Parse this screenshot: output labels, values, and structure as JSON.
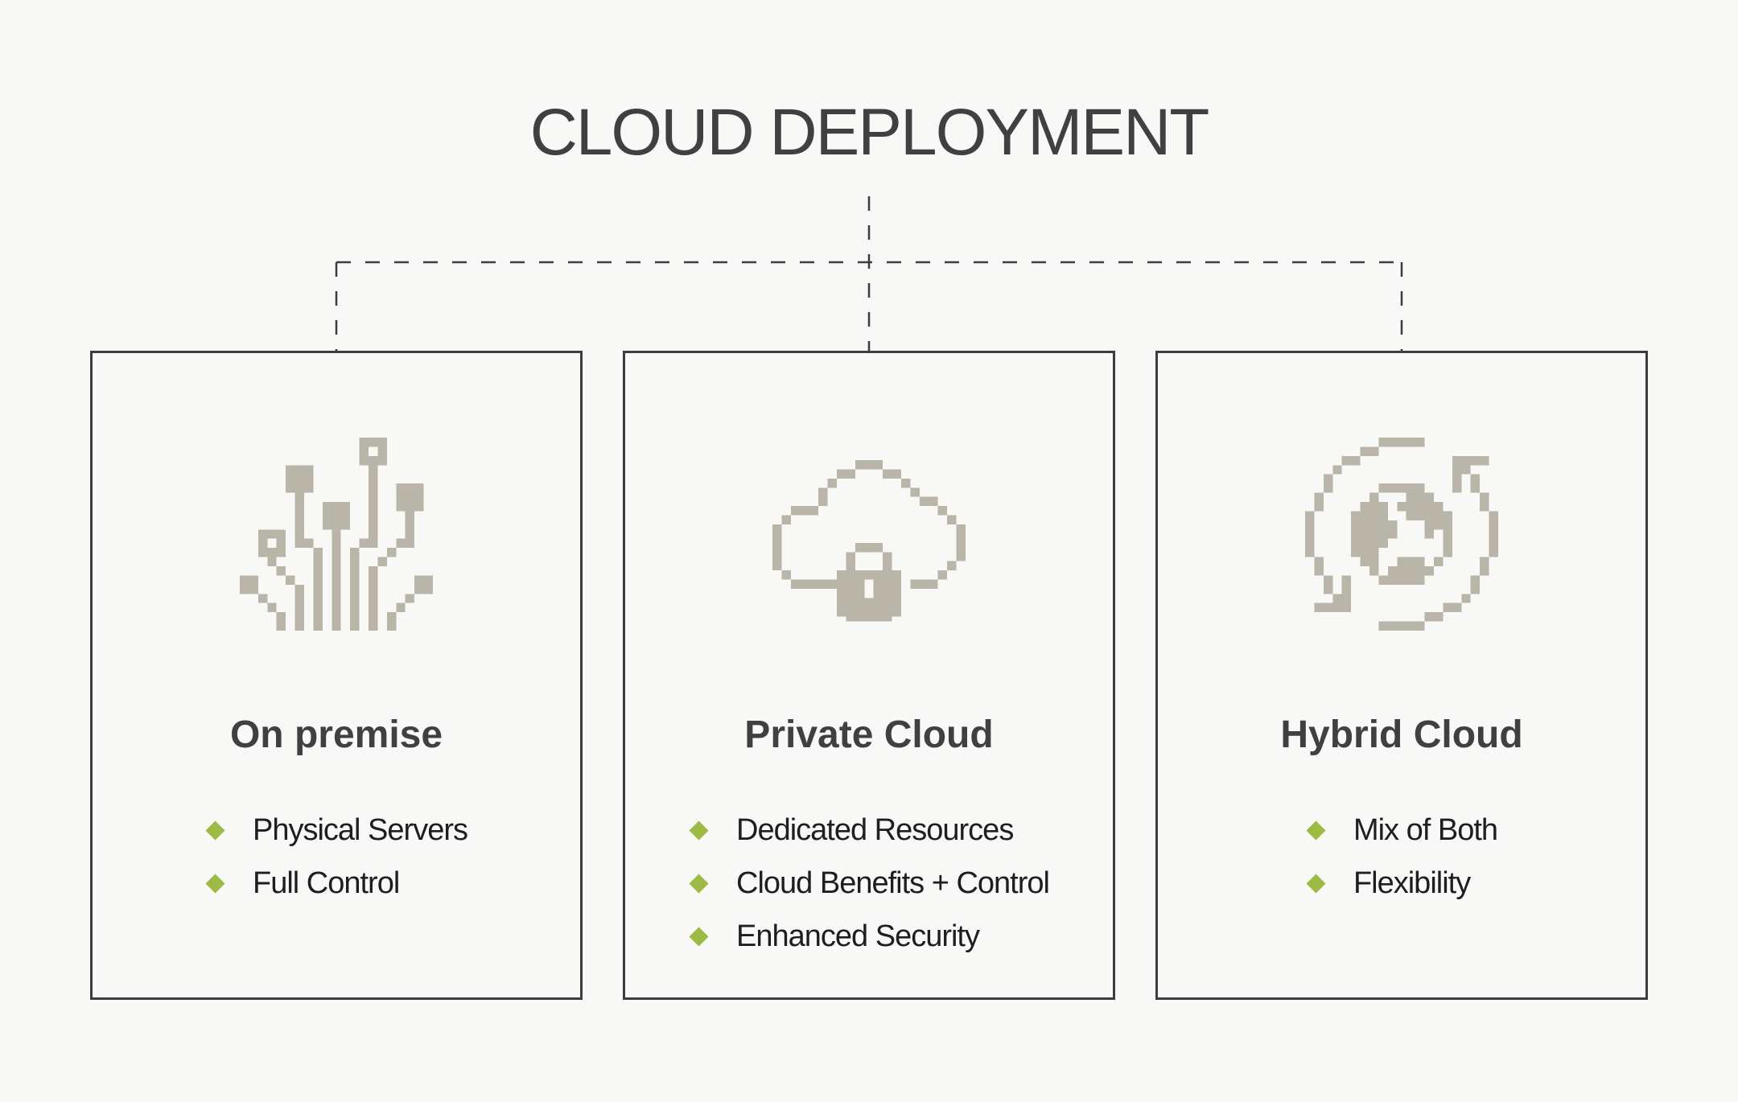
{
  "title": "CLOUD DEPLOYMENT",
  "colors": {
    "background": "#f8f8f6",
    "text_dark": "#404040",
    "text_body": "#1e1e1e",
    "border": "#3d3d3d",
    "icon": "#bab5a9",
    "bullet": "#9dba45"
  },
  "cards": [
    {
      "icon": "circuit-icon",
      "heading": "On premise",
      "items": [
        "Physical Servers",
        "Full Control"
      ]
    },
    {
      "icon": "cloud-lock-icon",
      "heading": "Private Cloud",
      "items": [
        "Dedicated Resources",
        "Cloud Benefits + Control",
        "Enhanced Security"
      ]
    },
    {
      "icon": "globe-sync-icon",
      "heading": "Hybrid Cloud",
      "items": [
        "Mix of Both",
        "Flexibility"
      ]
    }
  ]
}
